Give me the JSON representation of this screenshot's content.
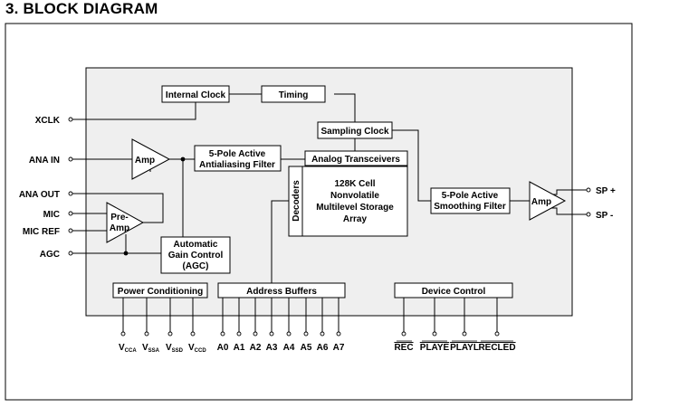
{
  "heading": "3. BLOCK DIAGRAM",
  "colors": {
    "chip_fill": "#efefef",
    "line": "#000000",
    "box_fill": "#ffffff"
  },
  "blocks": {
    "internal_clock": "Internal Clock",
    "timing": "Timing",
    "sampling_clock": "Sampling Clock",
    "amp_in": "Amp",
    "antialias_filter": [
      "5-Pole Active",
      "Antialiasing Filter"
    ],
    "analog_transceivers": "Analog Transceivers",
    "decoders": "Decoders",
    "storage_array": [
      "128K Cell",
      "Nonvolatile",
      "Multilevel Storage",
      "Array"
    ],
    "preamp": [
      "Pre-",
      "Amp"
    ],
    "agc": [
      "Automatic",
      "Gain Control",
      "(AGC)"
    ],
    "smoothing_filter": [
      "5-Pole Active",
      "Smoothing Filter"
    ],
    "amp_out": "Amp",
    "power_conditioning": "Power Conditioning",
    "address_buffers": "Address Buffers",
    "device_control": "Device Control"
  },
  "left_pins": [
    "XCLK",
    "ANA IN",
    "ANA OUT",
    "MIC",
    "MIC REF",
    "AGC"
  ],
  "right_pins": [
    "SP +",
    "SP -"
  ],
  "power_pins": [
    {
      "main": "V",
      "sub": "CCA"
    },
    {
      "main": "V",
      "sub": "SSA"
    },
    {
      "main": "V",
      "sub": "SSD"
    },
    {
      "main": "V",
      "sub": "CCD"
    }
  ],
  "address_pins": [
    "A0",
    "A1",
    "A2",
    "A3",
    "A4",
    "A5",
    "A6",
    "A7"
  ],
  "control_pins": [
    "REC",
    "PLAYE",
    "PLAYL",
    "RECLED"
  ]
}
